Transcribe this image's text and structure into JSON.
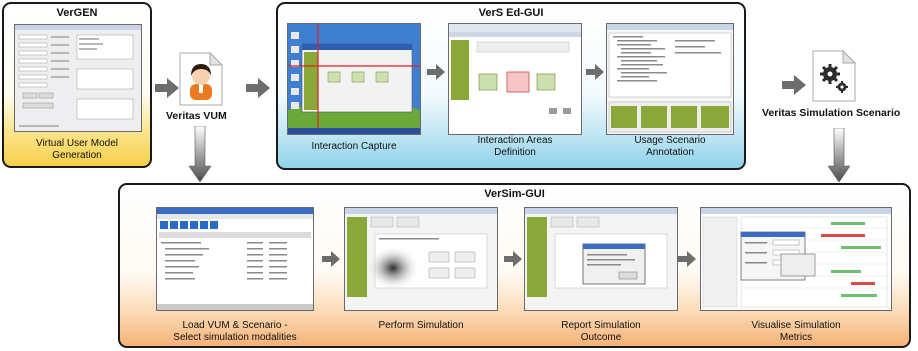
{
  "vergen": {
    "title": "VerGEN",
    "caption": [
      "Virtual User Model",
      "Generation"
    ]
  },
  "vum": {
    "label": "Veritas VUM"
  },
  "versed": {
    "title": "VerS Ed-GUI",
    "steps": [
      {
        "caption": [
          "Interaction Capture"
        ]
      },
      {
        "caption": [
          "Interaction Areas",
          "Definition"
        ]
      },
      {
        "caption": [
          "Usage Scenario",
          "Annotation"
        ]
      }
    ]
  },
  "scenario": {
    "label": "Veritas Simulation Scenario"
  },
  "versim": {
    "title": "VerSim-GUI",
    "steps": [
      {
        "caption": [
          "Load VUM & Scenario -",
          "Select simulation modalities"
        ]
      },
      {
        "caption": [
          "Perform Simulation"
        ]
      },
      {
        "caption": [
          "Report Simulation",
          "Outcome"
        ]
      },
      {
        "caption": [
          "Visualise Simulation",
          "Metrics"
        ]
      }
    ]
  },
  "colors": {
    "arrow": "#6d6d6d",
    "vergen_bottom": "#f6cf49",
    "versed_bottom": "#8fd2ea",
    "versim_bottom": "#f4b277",
    "app_green": "#8aa83a"
  }
}
